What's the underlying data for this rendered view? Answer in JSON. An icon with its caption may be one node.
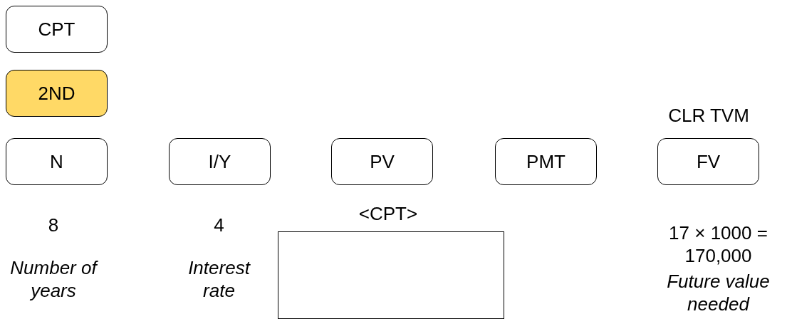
{
  "diagram": {
    "nodes": [
      {
        "text": [
          "CPT"
        ]
      },
      {
        "text": [
          "2ND"
        ]
      },
      {
        "text": [
          "N"
        ],
        "beside": [
          "8",
          "Number of years"
        ]
      },
      {
        "text": [
          "I/Y"
        ],
        "beside": [
          "4",
          "Interest rate"
        ]
      },
      {
        "text": [
          "PV"
        ]
      },
      {
        "text": [
          "PMT"
        ]
      },
      {
        "text": [
          "FV"
        ],
        "beside": [
          "CLR TVM",
          "17 × 1000 = 170,000",
          "Future value needed"
        ]
      },
      {
        "text": [],
        "shape": "box",
        "beside": [
          "<CPT>"
        ]
      }
    ]
  }
}
